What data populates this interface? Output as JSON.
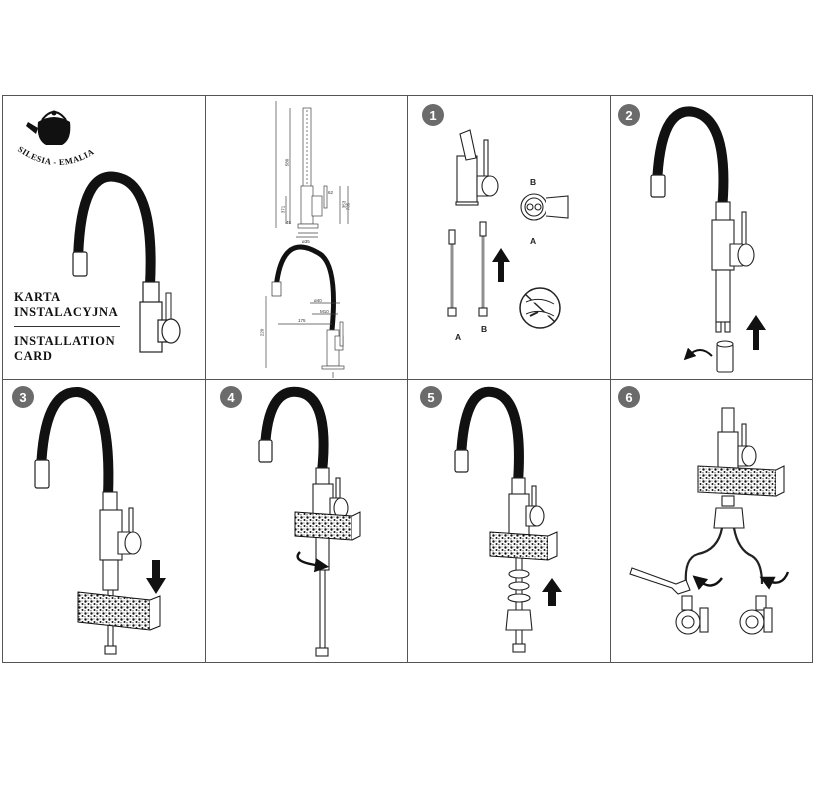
{
  "brand": {
    "arc_text": "SILESIA - EMALIA",
    "logo_icon": "kettle-icon"
  },
  "card_title": {
    "pl_line1": "KARTA",
    "pl_line2": "INSTALACYJNA",
    "en_line1": "INSTALLATION",
    "en_line2": "CARD"
  },
  "dimensions": {
    "d1": "580",
    "d2": "371",
    "d3": "45",
    "d4": "353",
    "d5": "62",
    "d6": "735",
    "d7": "ø35",
    "d8": "G 3/8\"",
    "d9": "220",
    "d10": "175",
    "d11": "ø40",
    "d12": "M10"
  },
  "steps": [
    {
      "number": "1",
      "labels": [
        "A",
        "B",
        "B",
        "A"
      ]
    },
    {
      "number": "2"
    },
    {
      "number": "3"
    },
    {
      "number": "4"
    },
    {
      "number": "5"
    },
    {
      "number": "6"
    }
  ],
  "colors": {
    "line": "#555555",
    "badge": "#6b6b6b",
    "hose": "#111111",
    "chrome": "#ffffff"
  }
}
